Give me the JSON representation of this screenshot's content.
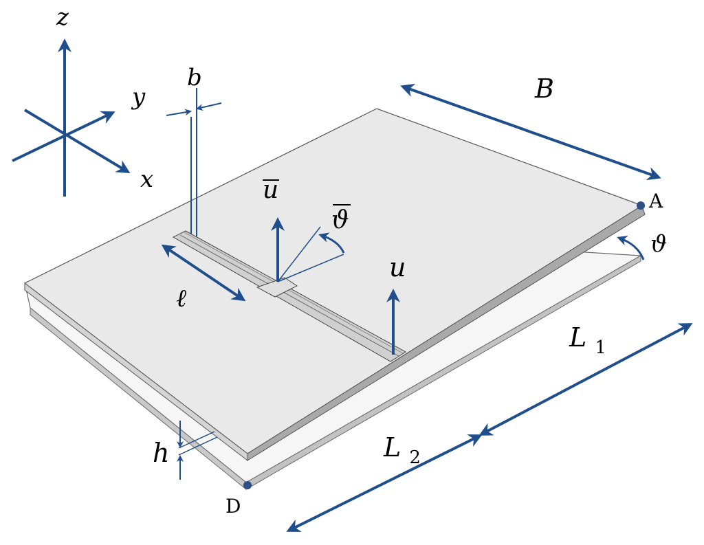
{
  "labels": {
    "z": "z",
    "y": "y",
    "x": "x",
    "b": "b",
    "B": "B",
    "A": "A",
    "D": "D",
    "u_bar": "u",
    "theta_bar": "ϑ",
    "u": "u",
    "theta": "ϑ",
    "ell": "ℓ",
    "L1_base": "L",
    "L1_sub": "1",
    "L2_base": "L",
    "L2_sub": "2",
    "h": "h"
  },
  "colors": {
    "arrow": "#1f4e8c",
    "plate_top": "#e9e9e9",
    "plate_edge": "#9a9a9a",
    "plate_outline": "#555555",
    "point": "#2b4f86"
  }
}
